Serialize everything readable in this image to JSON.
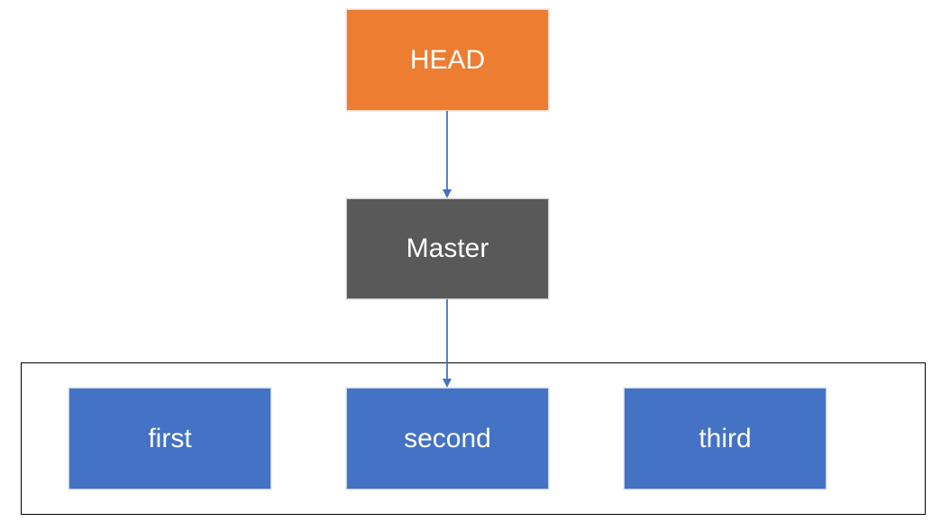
{
  "nodes": {
    "head": {
      "label": "HEAD",
      "color": "#ED7D31"
    },
    "master": {
      "label": "Master",
      "color": "#595959"
    },
    "commits": [
      {
        "label": "first",
        "color": "#4472C4"
      },
      {
        "label": "second",
        "color": "#4472C4"
      },
      {
        "label": "third",
        "color": "#4472C4"
      }
    ]
  },
  "connector_color": "#4472C4"
}
